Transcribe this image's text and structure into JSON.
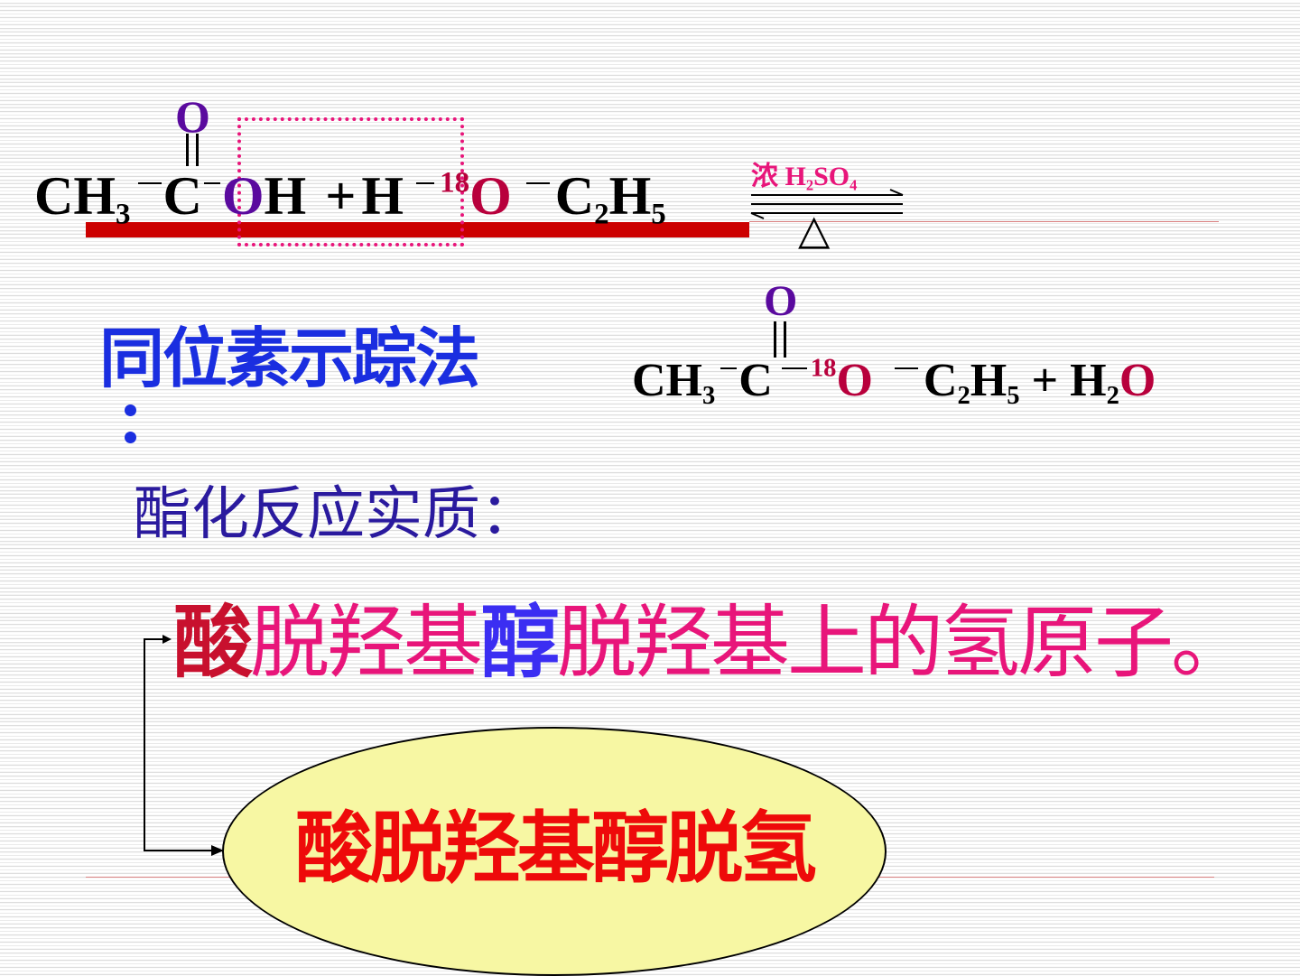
{
  "colors": {
    "oxygen_purple": "#5a0a9e",
    "oxygen_red": "#b8003c",
    "red_bar": "#cc0000",
    "dotted_box": "#e8157a",
    "catalyst": "#e8157a",
    "heading_blue": "#1a2ee0",
    "subheading_indigo": "#2a1a9e",
    "acid_red": "#c8102e",
    "alcohol_blue": "#3b2ef2",
    "pink_text": "#e8157a",
    "ellipse_fill": "#f7f7a3",
    "ellipse_text": "#ee0a0a"
  },
  "reaction1": {
    "carbonyl_o": "O",
    "ch": "CH",
    "ch_sub": "3",
    "c": "C",
    "oh_o": "O",
    "oh_h": "H",
    "plus": "+",
    "h": "H",
    "isotope": "18",
    "iso_o": "O",
    "c2": "C",
    "c2_sub": "2",
    "h5": "H",
    "h5_sub": "5"
  },
  "catalyst": {
    "prefix": "浓",
    "h": "H",
    "h_sub": "2",
    "so": "SO",
    "so_sub": "4",
    "heat_symbol": "△"
  },
  "reaction2": {
    "carbonyl_o": "O",
    "ch": "CH",
    "ch_sub": "3",
    "c": "C",
    "isotope": "18",
    "iso_o": "O",
    "c2": "C",
    "c2_sub": "2",
    "h5": "H",
    "h5_sub": "5",
    "plus": "+",
    "h2": "H",
    "h2_sub": "2",
    "water_o": "O"
  },
  "heading": {
    "title": "同位素示踪法",
    "colon": "："
  },
  "subheading": "酯化反应实质：",
  "statement": {
    "part1": "酸",
    "part2": "脱羟基",
    "part3": "醇",
    "part4": "脱羟基上的氢原子。"
  },
  "ellipse_text": "酸脱羟基醇脱氢"
}
